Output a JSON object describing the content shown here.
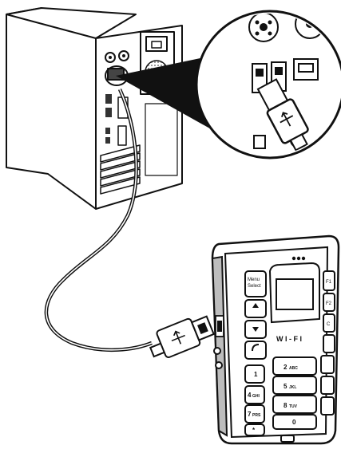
{
  "illustration": {
    "phone": {
      "softkey_label": "Menu\nSelect",
      "side_keys": [
        "F1",
        "F2",
        "C"
      ],
      "brand": "W I - F I",
      "keys": [
        {
          "num": "1",
          "letters": ""
        },
        {
          "num": "2",
          "letters": "ABC"
        },
        {
          "num": "4",
          "letters": "GHI"
        },
        {
          "num": "5",
          "letters": "JKL"
        },
        {
          "num": "7",
          "letters": "PRS"
        },
        {
          "num": "8",
          "letters": "TUV"
        },
        {
          "num": "*",
          "letters": ""
        },
        {
          "num": "0",
          "letters": ""
        }
      ]
    },
    "colors": {
      "line": "#111111",
      "paper": "#ffffff",
      "shade": "#9a9a9a",
      "dark": "#1a1a1a"
    },
    "icons": [
      "computer-tower",
      "zoom-callout",
      "usb-cable",
      "usb-plug",
      "mobile-phone"
    ]
  }
}
